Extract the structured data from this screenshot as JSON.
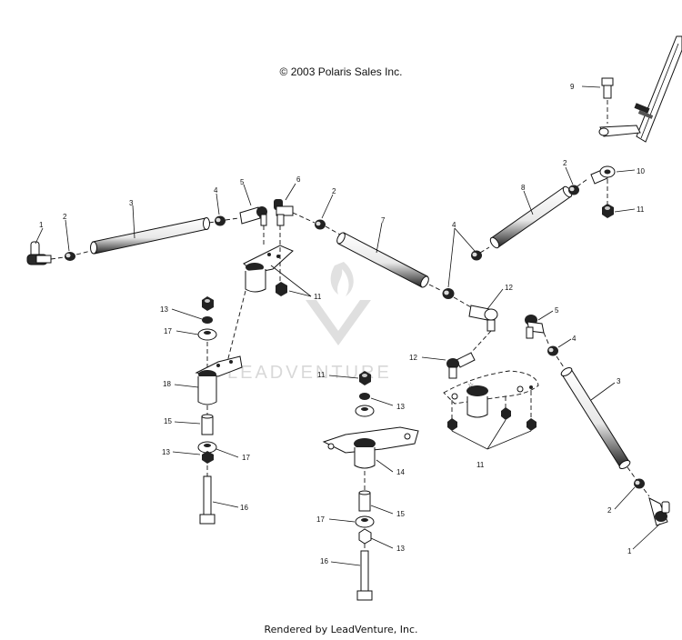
{
  "copyright": "© 2003 Polaris Sales Inc.",
  "footer": "Rendered by LeadVenture, Inc.",
  "watermark": "LEADVENTURE",
  "callouts": {
    "c1a": "1",
    "c2a": "2",
    "c3a": "3",
    "c4a": "4",
    "c5a": "5",
    "c6": "6",
    "c2b": "2",
    "c7": "7",
    "c4b": "4",
    "c8": "8",
    "c2c": "2",
    "c9": "9",
    "c10": "10",
    "c11a": "11",
    "c11b": "11",
    "c12a": "12",
    "c12b": "12",
    "c5b": "5",
    "c4c": "4",
    "c3b": "3",
    "c2d": "2",
    "c1b": "1",
    "c13a": "13",
    "c17a": "17",
    "c18": "18",
    "c15a": "15",
    "c13b": "13",
    "c17b": "17",
    "c16a": "16",
    "c11c": "11",
    "c13c": "13",
    "c14": "14",
    "c15b": "15",
    "c17c": "17",
    "c13d": "13",
    "c16b": "16",
    "c11d": "11"
  }
}
